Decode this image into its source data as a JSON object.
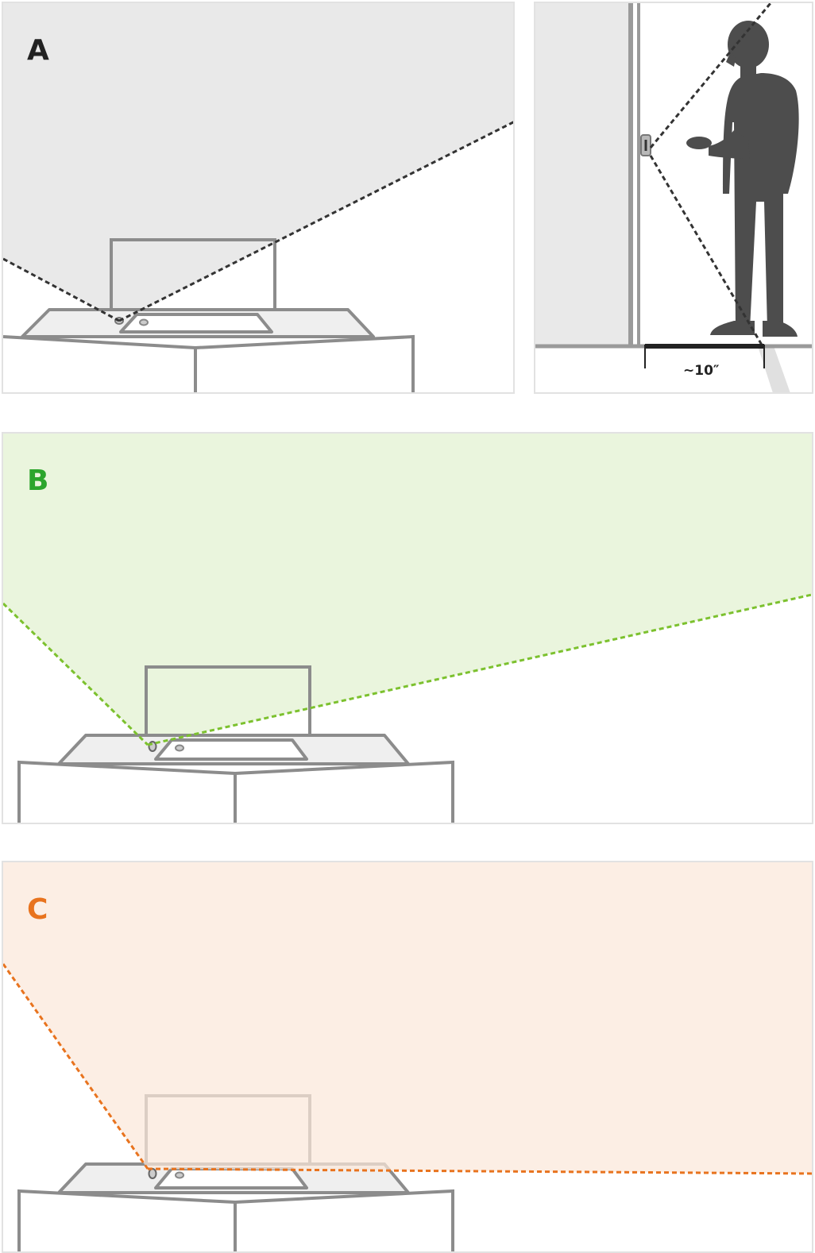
{
  "panels": {
    "a": {
      "label": "A",
      "label_color": "#222222",
      "field_color": "#e9e9e9",
      "line_color": "#333333"
    },
    "a_side": {
      "measurement": "~10″",
      "figure_color": "#4d4d4d"
    },
    "b": {
      "label": "B",
      "label_color": "#2ca52c",
      "field_color": "#eaf5dd",
      "line_color": "#7cc12e"
    },
    "c": {
      "label": "C",
      "label_color": "#e8731e",
      "field_color": "#fbe8da",
      "line_color": "#e8731e"
    }
  },
  "icons": {
    "desk": "desk-outline",
    "sensor": "motion-sensor-dot",
    "person": "standing-person-silhouette",
    "door": "door-frame"
  }
}
